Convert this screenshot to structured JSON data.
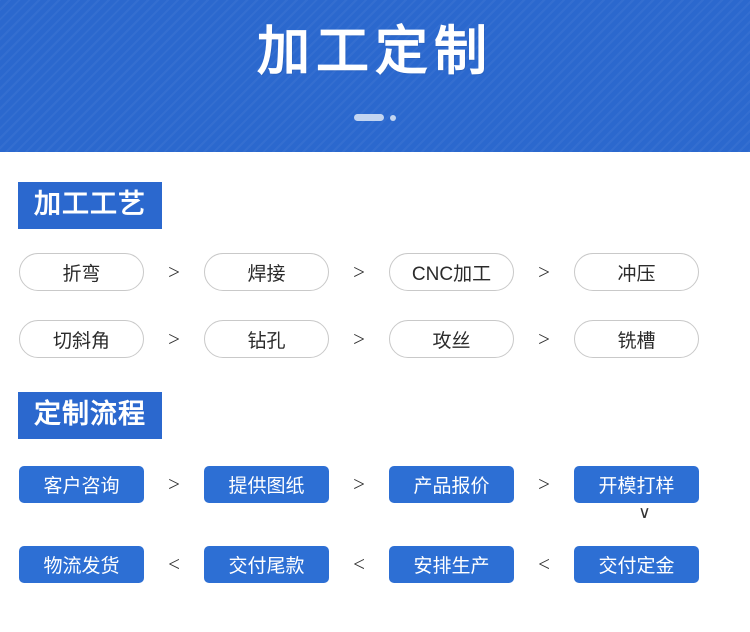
{
  "banner": {
    "title": "加工定制",
    "decoration": "bar-and-dot",
    "background_color": "#2b68ce"
  },
  "sections": [
    {
      "heading": "加工工艺",
      "heading_bg": "#2b68ce",
      "style": "outline",
      "rows": [
        {
          "steps": [
            "折弯",
            "焊接",
            "CNC加工",
            "冲压"
          ],
          "separators": [
            ">",
            ">",
            ">"
          ]
        },
        {
          "steps": [
            "切斜角",
            "钻孔",
            "攻丝",
            "铣槽"
          ],
          "separators": [
            ">",
            ">",
            ">"
          ]
        }
      ]
    },
    {
      "heading": "定制流程",
      "heading_bg": "#2b68ce",
      "style": "solid",
      "pill_color": "#2d6fd4",
      "rows": [
        {
          "steps": [
            "客户咨询",
            "提供图纸",
            "产品报价",
            "开模打样"
          ],
          "separators": [
            ">",
            ">",
            ">"
          ]
        },
        {
          "steps": [
            "物流发货",
            "交付尾款",
            "安排生产",
            "交付定金"
          ],
          "separators": [
            "<",
            "<",
            "<"
          ]
        }
      ],
      "connector": "∨"
    }
  ]
}
